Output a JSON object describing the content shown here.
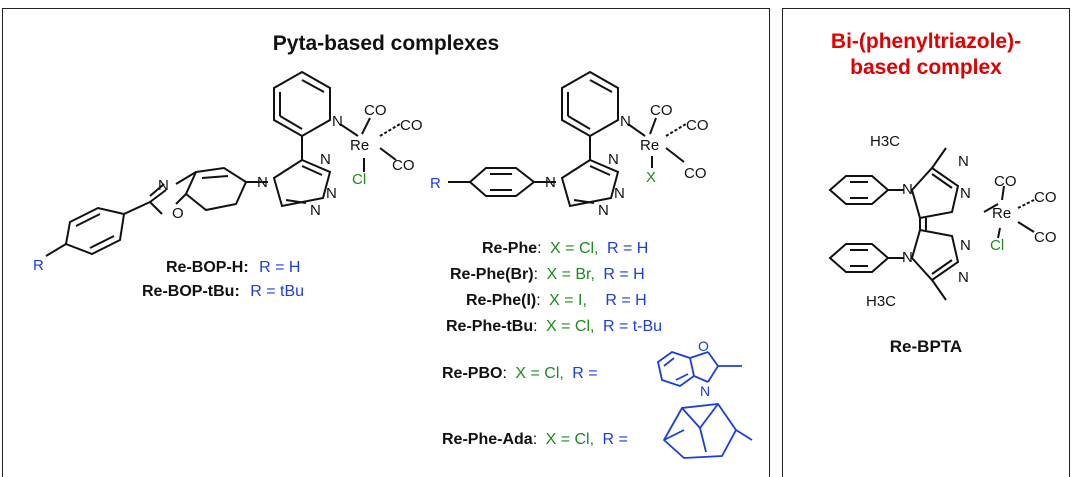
{
  "left_panel": {
    "title": "Pyta-based complexes",
    "bop_structure": {
      "atoms": {
        "N_py": "N",
        "Re": "Re",
        "CO1": "CO",
        "CO2": "CO",
        "CO3": "CO",
        "Cl": "Cl",
        "N_tz1": "N",
        "N_tz2": "N",
        "N_tz3": "N",
        "N_tz4": "N",
        "N_ox": "N",
        "O_ox": "O",
        "R": "R"
      },
      "labels": [
        {
          "name": "Re-BOP-H:",
          "x": "",
          "r": "R = H"
        },
        {
          "name": "Re-BOP-tBu:",
          "x": "",
          "r": "R = tBu"
        }
      ]
    },
    "phe_structure": {
      "atoms": {
        "N_py": "N",
        "Re": "Re",
        "CO1": "CO",
        "CO2": "CO",
        "CO3": "CO",
        "X": "X",
        "N_tz1": "N",
        "N_tz2": "N",
        "N_tz3": "N",
        "N_tz4": "N",
        "R": "R"
      },
      "labels": [
        {
          "name": "Re-Phe",
          "x": "X = Cl,",
          "r": "R = H"
        },
        {
          "name": "Re-Phe(Br)",
          "x": "X = Br,",
          "r": "R = H"
        },
        {
          "name": "Re-Phe(I)",
          "x": "X = I,",
          "r": "R = H"
        },
        {
          "name": "Re-Phe-tBu",
          "x": "X = Cl,",
          "r": "R = t-Bu"
        },
        {
          "name": "Re-PBO",
          "x": "X = Cl,",
          "r": "R ="
        },
        {
          "name": "Re-Phe-Ada",
          "x": "X = Cl,",
          "r": "R ="
        }
      ],
      "pbo_atoms": {
        "O": "O",
        "N": "N"
      }
    }
  },
  "right_panel": {
    "title_line1": "Bi-(phenyltriazole)-",
    "title_line2": "based complex",
    "atoms": {
      "H3C_top": "H3C",
      "H3C_bot": "H3C",
      "Re": "Re",
      "CO1": "CO",
      "CO2": "CO",
      "CO3": "CO",
      "Cl": "Cl",
      "N1": "N",
      "N2": "N",
      "N3": "N",
      "N4": "N",
      "N5": "N",
      "N6": "N"
    },
    "compound_name": "Re-BPTA"
  },
  "colors": {
    "black": "#111111",
    "blue": "#1a3fd6",
    "green": "#1e8a1e",
    "red": "#e00000"
  }
}
